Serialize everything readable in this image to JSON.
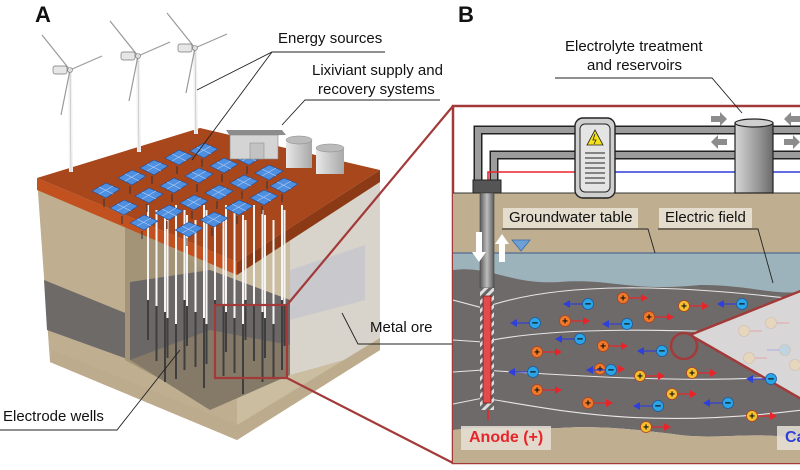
{
  "figure": {
    "panels": [
      {
        "letter": "A",
        "description": "3D block diagram of in-situ electrokinetic mining site"
      },
      {
        "letter": "B",
        "description": "Cross-section detail of electrode wells and ion migration"
      }
    ]
  },
  "panel_a": {
    "letter": "A",
    "labels": {
      "energy_sources": "Energy sources",
      "lixiviant_line1": "Lixiviant supply and",
      "lixiviant_line2": "recovery systems",
      "metal_ore": "Metal ore",
      "electrode_wells": "Electrode wells"
    },
    "wind_turbine_count": 3,
    "storage_tank_count": 2
  },
  "panel_b": {
    "letter": "B",
    "labels": {
      "electrolyte_line1": "Electrolyte treatment",
      "electrolyte_line2": "and reservoirs",
      "groundwater_table": "Groundwater table",
      "electric_field": "Electric field",
      "anode": "Anode (+)",
      "cathode_partial": "Ca"
    },
    "ion_symbols": {
      "cation": "+",
      "anion": "−"
    }
  },
  "colors": {
    "soil_tan": "#bfae90",
    "soil_dark_tan": "#a89a80",
    "topsoil_red": "#a8461c",
    "ore_gray": "#6f6a6a",
    "groundwater": "#9db3bb",
    "zoom_frame": "#a33a3a",
    "anode_red": "#e8242a",
    "cathode_blue": "#2f3fd9",
    "cation_orange": "#f07a2a",
    "cation_yellow": "#f5c030",
    "anion_blue": "#2aa6e8",
    "solar_blue": "#4f8fe0",
    "pipe_gray": "#8a8a8a"
  }
}
